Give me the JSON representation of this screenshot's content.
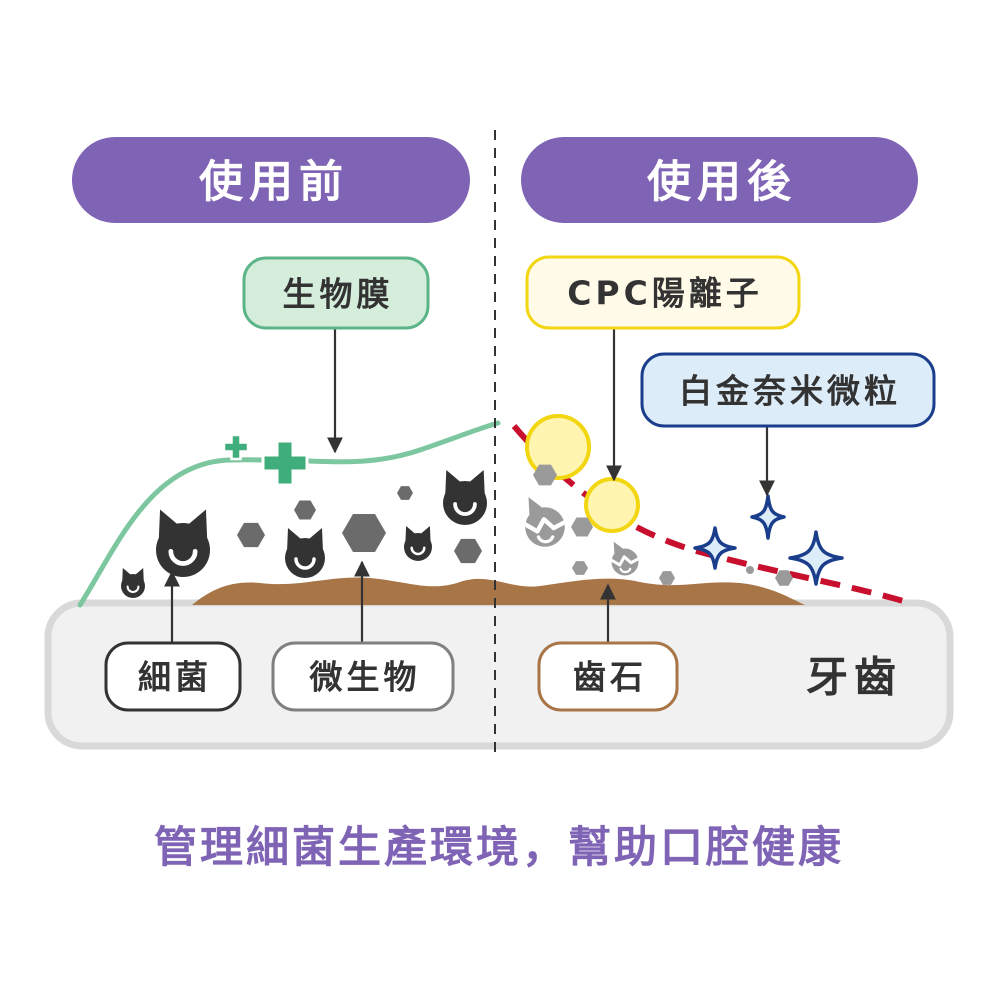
{
  "panels": {
    "before": {
      "title": "使用前"
    },
    "after": {
      "title": "使用後"
    }
  },
  "callouts": {
    "biofilm": "生物膜",
    "cpc": "CPC陽離子",
    "platinum_nanoparticles": "白金奈米微粒",
    "bacteria": "細菌",
    "microorganisms": "微生物",
    "tartar": "齒石"
  },
  "tooth_label": "牙齒",
  "tagline": "管理細菌生產環境，幫助口腔健康",
  "colors": {
    "header_purple": "#7f63b5",
    "biofilm_green": "#7cc7a0",
    "plus_green": "#3fae7c",
    "biofilm_label_fill": "#d5eedc",
    "biofilm_label_border": "#5cb589",
    "cpc_yellow": "#f2d611",
    "cpc_fill": "#fff4b0",
    "cpc_label_fill": "#fffbe8",
    "platinum_blue": "#1b3e8c",
    "platinum_fill": "#ddecf9",
    "red_barrier": "#c8102e",
    "tartar_brown": "#a87546",
    "bacteria_dark": "#333333",
    "particle_gray": "#6b6b6b",
    "particle_light": "#9a9a9a",
    "tooth_gray": "#f1f1f1",
    "tooth_border": "#d9d9d9"
  },
  "icons": {
    "bacteria": "bacteria-icon",
    "particle": "hexagon-particle-icon",
    "plus": "plus-icon",
    "cpc_ion": "cpc-ion-circle-icon",
    "sparkle": "sparkle-icon",
    "dead_bacteria": "dead-bacteria-icon",
    "arrow": "arrow-icon"
  }
}
